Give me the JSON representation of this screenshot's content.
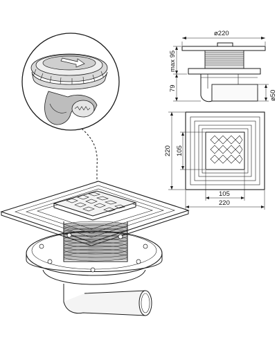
{
  "dimensions": {
    "top_diameter": "ø220",
    "max_height": "max 95",
    "outlet_height": "79",
    "outlet_diameter": "ø50",
    "plan_side": "220",
    "grate_side_vertical": "105",
    "grate_side_horizontal": "105",
    "plan_bottom_width": "220"
  },
  "icons": {
    "detail_callout": "zoom-circle",
    "connection": "dashed-arrow"
  }
}
